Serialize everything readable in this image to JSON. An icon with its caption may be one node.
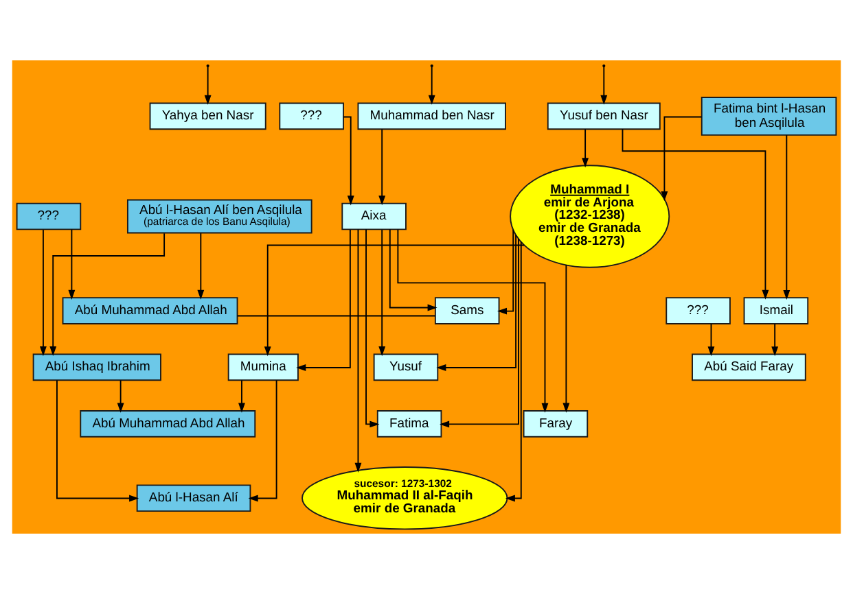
{
  "diagram": {
    "nodes": [
      {
        "text": [
          "Yahya ben Nasr"
        ]
      },
      {
        "text": [
          "Yusuf ben Nasr"
        ]
      },
      {
        "text": [
          "Fatima bint l-Hasan ben Asqilula"
        ]
      },
      {
        "text": [
          "Muhammad ben Nasr"
        ]
      },
      {
        "text": [
          "???"
        ]
      },
      {
        "text": [
          "???"
        ]
      },
      {
        "text": [
          "Abú l-Hasan Alí ben Asqilula",
          "(patriarca de los Banu Asqilula)"
        ]
      },
      {
        "text": [
          "Aixa"
        ]
      },
      {
        "text": [
          "Muhammad I",
          "emir de Arjona (1232-1238)",
          "emir de Granada (1238-1273)"
        ]
      },
      {
        "text": [
          "Abú Muhammad Abd Allah"
        ]
      },
      {
        "text": [
          "Sams"
        ]
      },
      {
        "text": [
          "Ismail"
        ]
      },
      {
        "text": [
          "???"
        ]
      },
      {
        "text": [
          "Abú Ishaq Ibrahim"
        ]
      },
      {
        "text": [
          "Mumina"
        ]
      },
      {
        "text": [
          "Abú Said Faray"
        ]
      },
      {
        "text": [
          "Yusuf"
        ]
      },
      {
        "text": [
          "Faray"
        ]
      },
      {
        "text": [
          "Fatima"
        ]
      },
      {
        "text": [
          "Abú Muhammad Abd Allah"
        ]
      },
      {
        "text": [
          "Abú l-Hasan Alí"
        ]
      },
      {
        "text": [
          "sucesor: 1273-1302",
          "Muhammad II al-Faqih emir de Granada"
        ]
      }
    ],
    "edges": [
      {
        "from": null,
        "to": 0,
        "arrow": "to"
      },
      {
        "from": null,
        "to": 3,
        "arrow": "to"
      },
      {
        "from": null,
        "to": 1,
        "arrow": "to"
      },
      {
        "from": 1,
        "to": 8,
        "arrow": "to"
      },
      {
        "from": 2,
        "to": 8,
        "arrow": "to"
      },
      {
        "from": 1,
        "to": 11,
        "arrow": "to"
      },
      {
        "from": 2,
        "to": 11,
        "arrow": "to"
      },
      {
        "from": 3,
        "to": 7,
        "arrow": "to"
      },
      {
        "from": 4,
        "to": 7,
        "arrow": "to"
      },
      {
        "from": 5,
        "to": 9,
        "arrow": "to"
      },
      {
        "from": 6,
        "to": 9,
        "arrow": "to"
      },
      {
        "from": 5,
        "to": 13,
        "arrow": "to"
      },
      {
        "from": 6,
        "to": 13,
        "arrow": "to"
      },
      {
        "from": 7,
        "to": 10,
        "arrow": "to"
      },
      {
        "from": 8,
        "to": 10,
        "arrow": "to"
      },
      {
        "from": 7,
        "to": 14,
        "arrow": "to"
      },
      {
        "from": 8,
        "to": 14,
        "arrow": "to"
      },
      {
        "from": 7,
        "to": 16,
        "arrow": "to"
      },
      {
        "from": 8,
        "to": 16,
        "arrow": "to"
      },
      {
        "from": 7,
        "to": 17,
        "arrow": "to"
      },
      {
        "from": 8,
        "to": 17,
        "arrow": "to"
      },
      {
        "from": 7,
        "to": 21,
        "arrow": "to"
      },
      {
        "from": 8,
        "to": 21,
        "arrow": "to"
      },
      {
        "from": 7,
        "to": 18,
        "arrow": "to"
      },
      {
        "from": 8,
        "to": 18,
        "arrow": "to"
      },
      {
        "from": 9,
        "to": 10,
        "arrow": "none"
      },
      {
        "from": 13,
        "to": 19,
        "arrow": "to"
      },
      {
        "from": 14,
        "to": 19,
        "arrow": "to"
      },
      {
        "from": 13,
        "to": 20,
        "arrow": "to"
      },
      {
        "from": 14,
        "to": 20,
        "arrow": "to"
      },
      {
        "from": 11,
        "to": 15,
        "arrow": "to"
      },
      {
        "from": 12,
        "to": 15,
        "arrow": "to"
      }
    ]
  }
}
